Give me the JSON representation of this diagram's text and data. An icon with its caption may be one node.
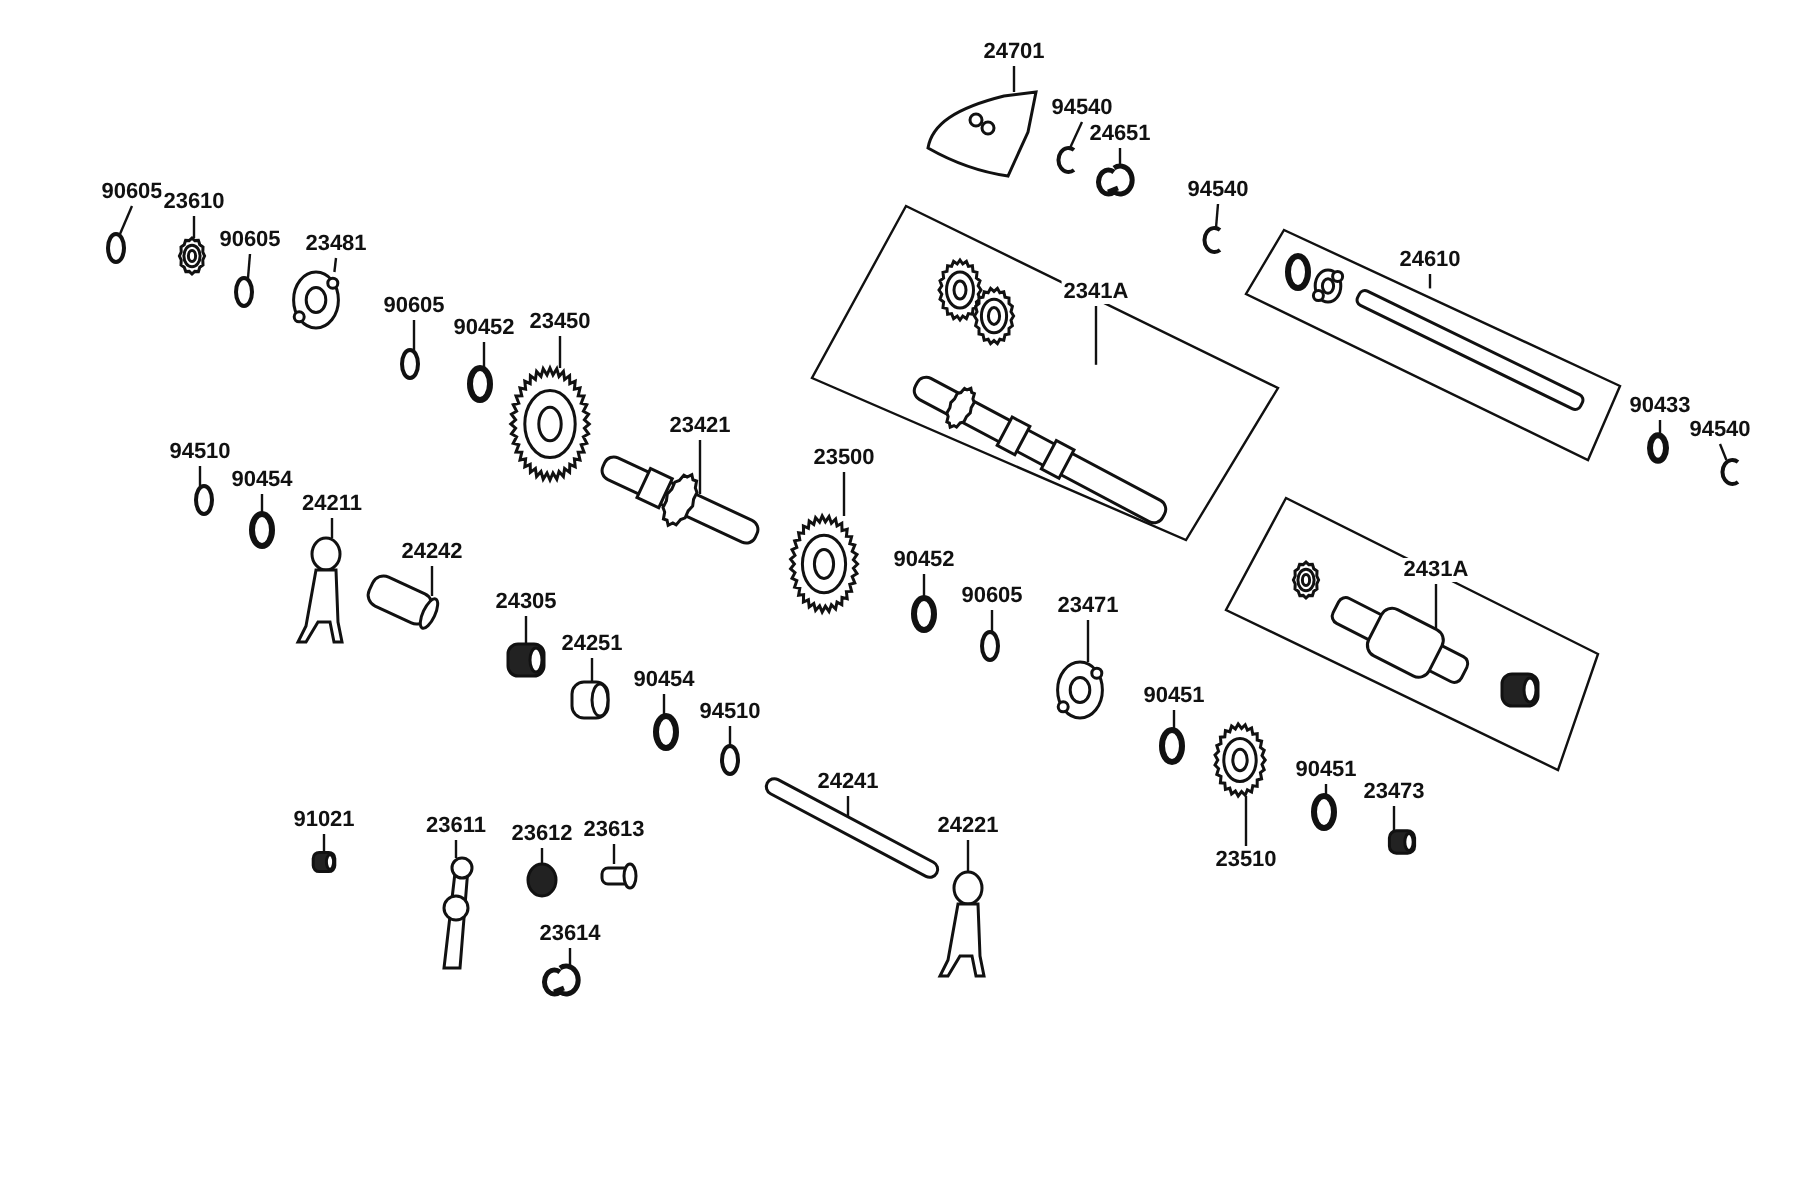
{
  "diagram": {
    "nodes": [
      {
        "text": [
          "90605"
        ]
      },
      {
        "text": [],
        "shape": "circle"
      },
      {
        "text": [
          "23610"
        ]
      },
      {
        "text": [],
        "shape": "picture"
      },
      {
        "text": [
          "90605"
        ]
      },
      {
        "text": [],
        "shape": "circle"
      },
      {
        "text": [
          "23481"
        ]
      },
      {
        "text": [],
        "shape": "picture"
      },
      {
        "text": [
          "90605"
        ]
      },
      {
        "text": [],
        "shape": "circle"
      },
      {
        "text": [
          "90452"
        ]
      },
      {
        "text": [],
        "shape": "circle"
      },
      {
        "text": [
          "23450"
        ]
      },
      {
        "text": [],
        "shape": "picture"
      },
      {
        "text": [
          "23421"
        ]
      },
      {
        "text": [],
        "shape": "picture"
      },
      {
        "text": [
          "23500"
        ]
      },
      {
        "text": [],
        "shape": "picture"
      },
      {
        "text": [],
        "shape": "box"
      },
      {
        "text": [
          "2341A"
        ],
        "in": 18
      },
      {
        "text": [],
        "shape": "picture",
        "in": 18
      },
      {
        "text": [
          "24701"
        ]
      },
      {
        "text": [],
        "shape": "picture"
      },
      {
        "text": [
          "94540"
        ]
      },
      {
        "text": [],
        "shape": "picture"
      },
      {
        "text": [
          "24651"
        ]
      },
      {
        "text": [],
        "shape": "picture"
      },
      {
        "text": [
          "94540"
        ]
      },
      {
        "text": [],
        "shape": "picture"
      },
      {
        "text": [],
        "shape": "box"
      },
      {
        "text": [
          "24610"
        ],
        "in": 29
      },
      {
        "text": [],
        "shape": "bar",
        "in": 29
      },
      {
        "text": [
          "90433"
        ]
      },
      {
        "text": [],
        "shape": "circle"
      },
      {
        "text": [
          "94540"
        ]
      },
      {
        "text": [],
        "shape": "picture"
      },
      {
        "text": [
          "94510"
        ]
      },
      {
        "text": [],
        "shape": "circle"
      },
      {
        "text": [
          "90454"
        ]
      },
      {
        "text": [],
        "shape": "circle"
      },
      {
        "text": [
          "24211"
        ]
      },
      {
        "text": [],
        "shape": "picture"
      },
      {
        "text": [
          "24242"
        ]
      },
      {
        "text": [],
        "shape": "picture"
      },
      {
        "text": [
          "24305"
        ]
      },
      {
        "text": [],
        "shape": "picture"
      },
      {
        "text": [
          "24251"
        ]
      },
      {
        "text": [],
        "shape": "picture"
      },
      {
        "text": [
          "90454"
        ]
      },
      {
        "text": [],
        "shape": "circle"
      },
      {
        "text": [
          "94510"
        ]
      },
      {
        "text": [],
        "shape": "circle"
      },
      {
        "text": [
          "90452"
        ]
      },
      {
        "text": [],
        "shape": "circle"
      },
      {
        "text": [
          "90605"
        ]
      },
      {
        "text": [],
        "shape": "circle"
      },
      {
        "text": [
          "23471"
        ]
      },
      {
        "text": [],
        "shape": "picture"
      },
      {
        "text": [],
        "shape": "box"
      },
      {
        "text": [
          "2431A"
        ],
        "in": 58
      },
      {
        "text": [],
        "shape": "picture",
        "in": 58
      },
      {
        "text": [
          "90451"
        ]
      },
      {
        "text": [],
        "shape": "circle"
      },
      {
        "text": [
          "23510"
        ]
      },
      {
        "text": [],
        "shape": "picture"
      },
      {
        "text": [
          "90451"
        ]
      },
      {
        "text": [],
        "shape": "circle"
      },
      {
        "text": [
          "23473"
        ]
      },
      {
        "text": [],
        "shape": "picture"
      },
      {
        "text": [
          "91021"
        ]
      },
      {
        "text": [],
        "shape": "picture"
      },
      {
        "text": [
          "23611"
        ]
      },
      {
        "text": [],
        "shape": "picture"
      },
      {
        "text": [
          "23612"
        ]
      },
      {
        "text": [],
        "shape": "circle"
      },
      {
        "text": [
          "23613"
        ]
      },
      {
        "text": [],
        "shape": "bar"
      },
      {
        "text": [
          "23614"
        ]
      },
      {
        "text": [],
        "shape": "picture"
      },
      {
        "text": [
          "24241"
        ]
      },
      {
        "text": [],
        "shape": "bar"
      },
      {
        "text": [
          "24221"
        ]
      },
      {
        "text": [],
        "shape": "picture"
      }
    ],
    "edges": [
      {
        "from": 0,
        "to": 1,
        "arrow": "none"
      },
      {
        "from": 2,
        "to": 3,
        "arrow": "none"
      },
      {
        "from": 4,
        "to": 5,
        "arrow": "none"
      },
      {
        "from": 6,
        "to": 7,
        "arrow": "none"
      },
      {
        "from": 8,
        "to": 9,
        "arrow": "none"
      },
      {
        "from": 10,
        "to": 11,
        "arrow": "none"
      },
      {
        "from": 12,
        "to": 13,
        "arrow": "none"
      },
      {
        "from": 14,
        "to": 15,
        "arrow": "none"
      },
      {
        "from": 16,
        "to": 17,
        "arrow": "none"
      },
      {
        "from": 19,
        "to": 20,
        "arrow": "none"
      },
      {
        "from": 21,
        "to": 22,
        "arrow": "none"
      },
      {
        "from": 23,
        "to": 24,
        "arrow": "none"
      },
      {
        "from": 25,
        "to": 26,
        "arrow": "none"
      },
      {
        "from": 27,
        "to": 28,
        "arrow": "none"
      },
      {
        "from": 30,
        "to": 31,
        "arrow": "none"
      },
      {
        "from": 32,
        "to": 33,
        "arrow": "none"
      },
      {
        "from": 34,
        "to": 35,
        "arrow": "none"
      },
      {
        "from": 36,
        "to": 37,
        "arrow": "none"
      },
      {
        "from": 38,
        "to": 39,
        "arrow": "none"
      },
      {
        "from": 40,
        "to": 41,
        "arrow": "none"
      },
      {
        "from": 42,
        "to": 43,
        "arrow": "none"
      },
      {
        "from": 44,
        "to": 45,
        "arrow": "none"
      },
      {
        "from": 46,
        "to": 47,
        "arrow": "none"
      },
      {
        "from": 48,
        "to": 49,
        "arrow": "none"
      },
      {
        "from": 50,
        "to": 51,
        "arrow": "none"
      },
      {
        "from": 52,
        "to": 53,
        "arrow": "none"
      },
      {
        "from": 54,
        "to": 55,
        "arrow": "none"
      },
      {
        "from": 56,
        "to": 57,
        "arrow": "none"
      },
      {
        "from": 59,
        "to": 60,
        "arrow": "none"
      },
      {
        "from": 61,
        "to": 62,
        "arrow": "none"
      },
      {
        "from": 63,
        "to": 64,
        "arrow": "none"
      },
      {
        "from": 65,
        "to": 66,
        "arrow": "none"
      },
      {
        "from": 67,
        "to": 68,
        "arrow": "none"
      },
      {
        "from": 69,
        "to": 70,
        "arrow": "none"
      },
      {
        "from": 71,
        "to": 72,
        "arrow": "none"
      },
      {
        "from": 73,
        "to": 74,
        "arrow": "none"
      },
      {
        "from": 75,
        "to": 76,
        "arrow": "none"
      },
      {
        "from": 77,
        "to": 78,
        "arrow": "none"
      },
      {
        "from": 79,
        "to": 80,
        "arrow": "none"
      },
      {
        "from": 81,
        "to": 82,
        "arrow": "none"
      }
    ]
  }
}
